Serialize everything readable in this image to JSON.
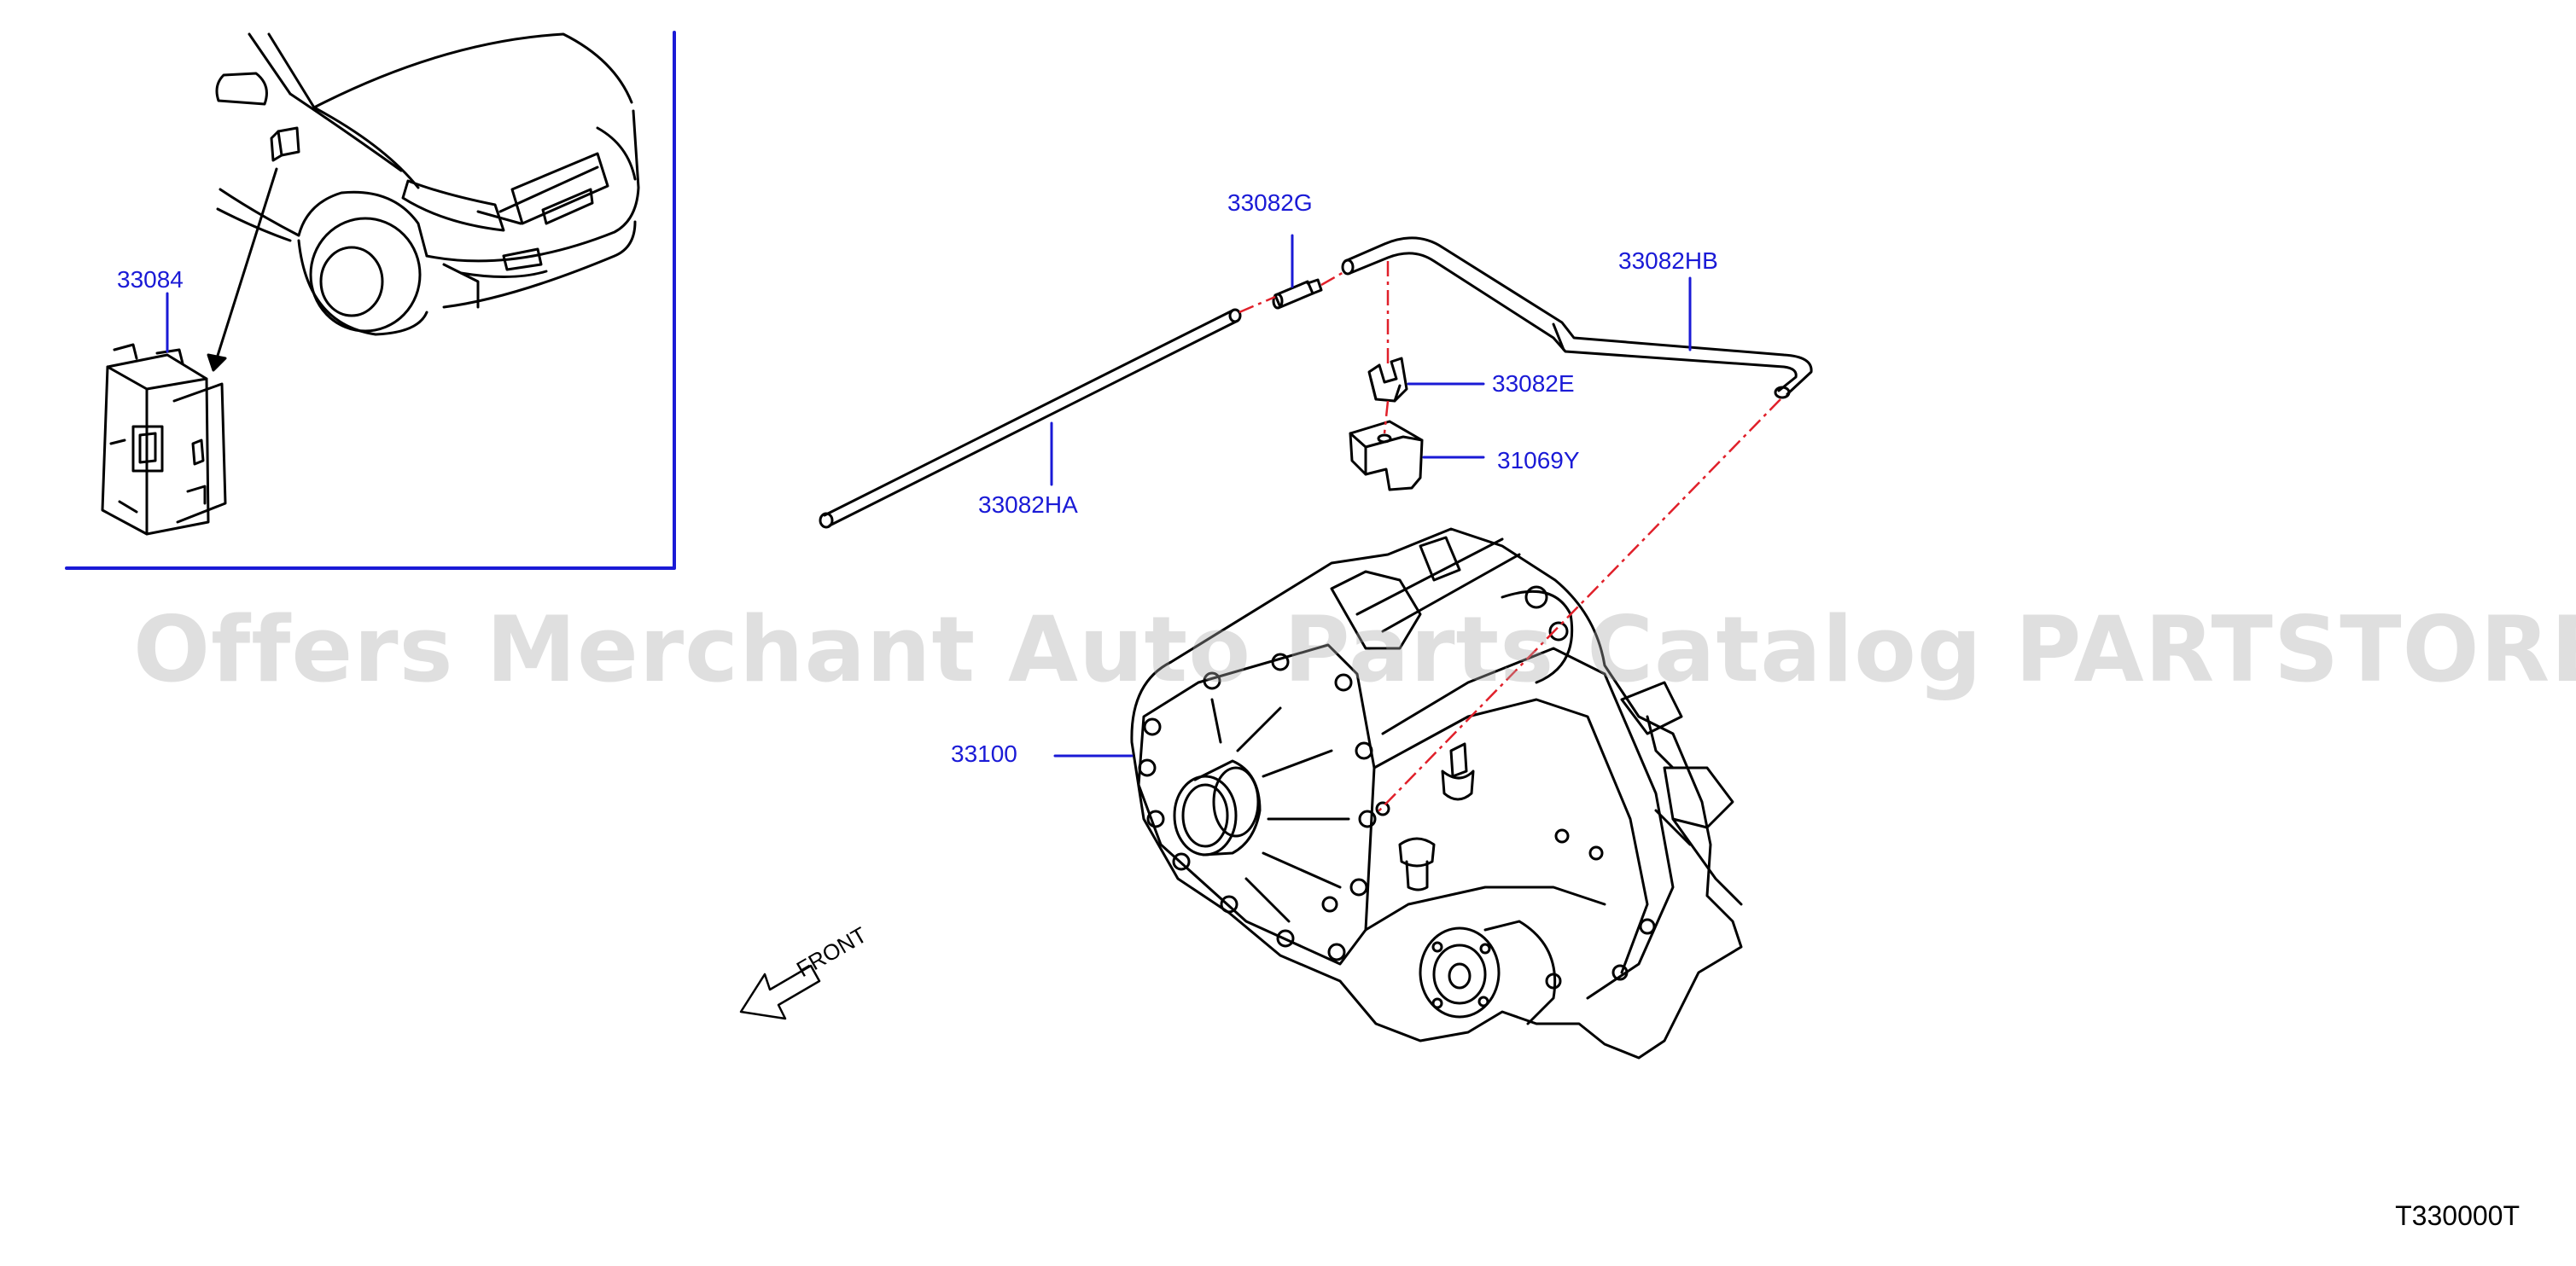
{
  "watermark": "Offers Merchant Auto Parts Catalog PARTSTORE.SA",
  "reference_code": "T330000T",
  "direction_label": "FRONT",
  "colors": {
    "callout": "#1a1ad6",
    "hidden_line": "#e0202a",
    "line_art": "#000000",
    "inset_border": "#1a1ad6"
  },
  "parts": [
    {
      "number": "33084",
      "icon": "control-module"
    },
    {
      "number": "33082G",
      "icon": "hose-connector"
    },
    {
      "number": "33082HB",
      "icon": "breather-hose"
    },
    {
      "number": "33082E",
      "icon": "hose-clip"
    },
    {
      "number": "31069Y",
      "icon": "bracket"
    },
    {
      "number": "33082HA",
      "icon": "breather-tube"
    },
    {
      "number": "33100",
      "icon": "transfer-case"
    }
  ]
}
